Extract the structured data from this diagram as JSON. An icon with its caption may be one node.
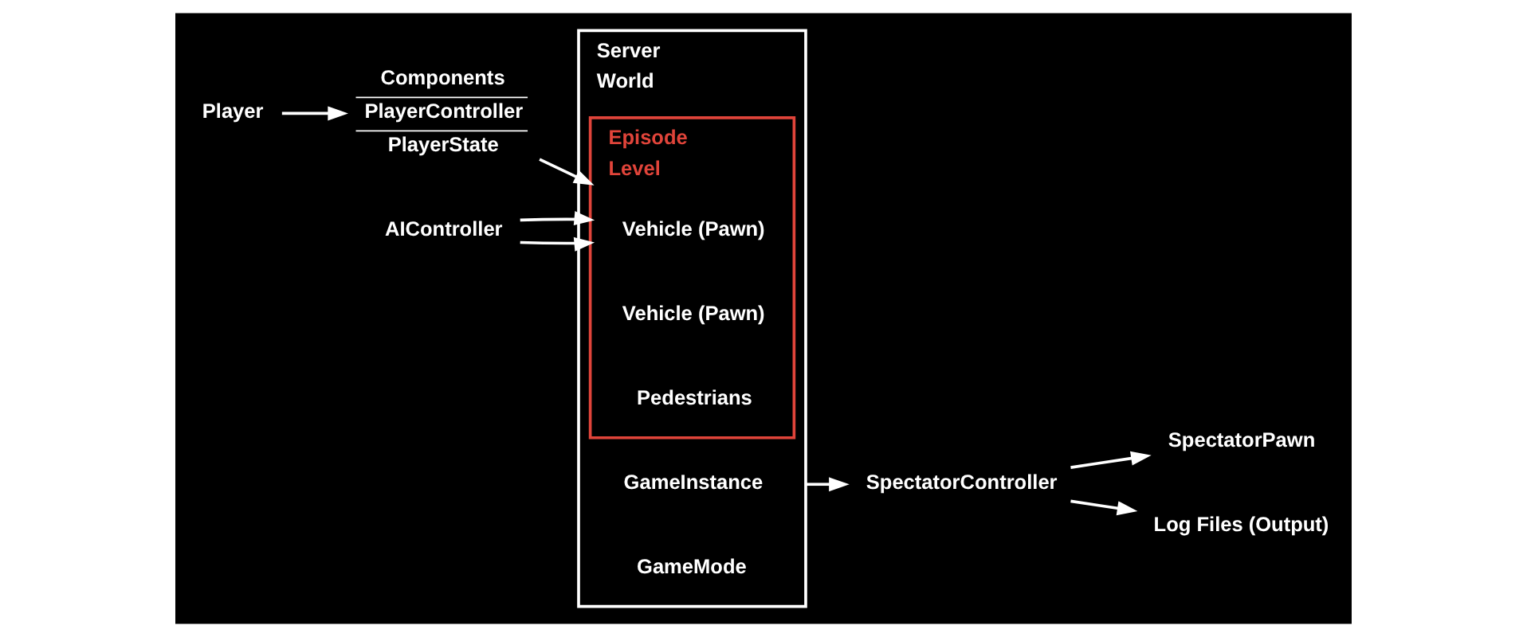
{
  "diagram": {
    "nodes": [
      {
        "text": [
          "Player"
        ]
      },
      {
        "text": [
          "Components",
          "PlayerController",
          "PlayerState"
        ]
      },
      {
        "text": [
          "Server",
          "World"
        ]
      },
      {
        "text": [
          "GameInstance"
        ],
        "in": 2
      },
      {
        "text": [
          "GameMode"
        ],
        "in": 2
      },
      {
        "text": [
          "Episode",
          "Level"
        ],
        "in": 2
      },
      {
        "text": [
          "Vehicle (Pawn)"
        ],
        "in": 5
      },
      {
        "text": [
          "Vehicle (Pawn)"
        ],
        "in": 5
      },
      {
        "text": [
          "Pedestrians"
        ],
        "in": 5
      },
      {
        "text": [
          "SpectatorPawn"
        ]
      },
      {
        "text": [
          "SpectatorController"
        ]
      },
      {
        "text": [
          "Log Files (Output)"
        ]
      },
      {
        "text": [
          "AIController"
        ]
      }
    ],
    "edges": [
      {
        "from": 0,
        "to": 1,
        "arrow": "to"
      },
      {
        "from": 1,
        "to": 5,
        "arrow": "to"
      },
      {
        "from": 2,
        "to": 10,
        "arrow": "to"
      },
      {
        "from": 10,
        "to": 9,
        "arrow": "to"
      },
      {
        "from": 10,
        "to": 11,
        "arrow": "to"
      },
      {
        "from": 12,
        "to": 5,
        "arrow": "to"
      },
      {
        "from": 12,
        "to": 5,
        "arrow": "to"
      }
    ]
  }
}
